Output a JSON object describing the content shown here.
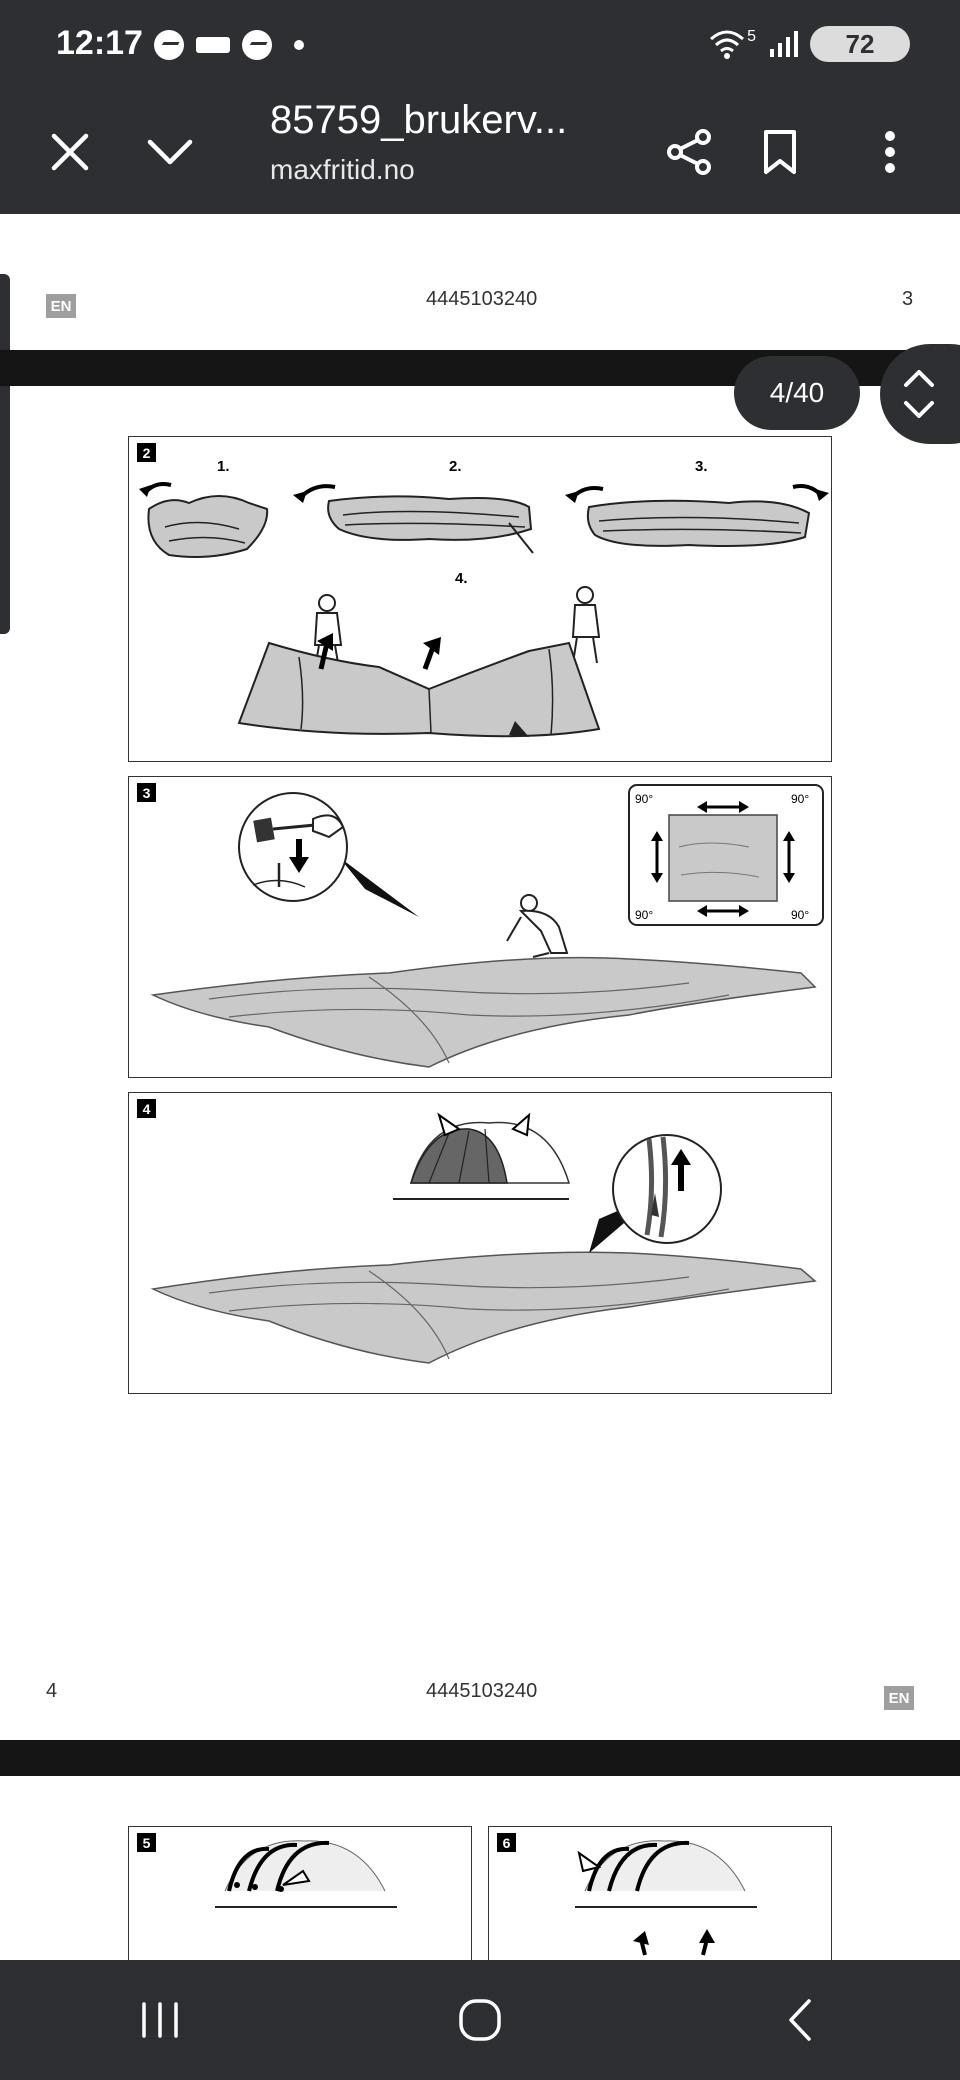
{
  "status": {
    "time": "12:17",
    "network": "5",
    "battery": "72"
  },
  "toolbar": {
    "title": "85759_brukerv...",
    "subtitle": "maxfritid.no"
  },
  "page3": {
    "lang": "EN",
    "code": "4445103240",
    "page_number": "3"
  },
  "page_counter": "4/40",
  "panel2": {
    "number": "2",
    "step1": "1.",
    "step2": "2.",
    "step3": "3.",
    "step4": "4."
  },
  "panel3": {
    "number": "3",
    "angle_tl": "90°",
    "angle_tr": "90°",
    "angle_bl": "90°",
    "angle_br": "90°"
  },
  "panel4": {
    "number": "4"
  },
  "page4": {
    "page_number": "4",
    "code": "4445103240",
    "lang": "EN"
  },
  "panel5": {
    "number": "5"
  },
  "panel6": {
    "number": "6"
  }
}
